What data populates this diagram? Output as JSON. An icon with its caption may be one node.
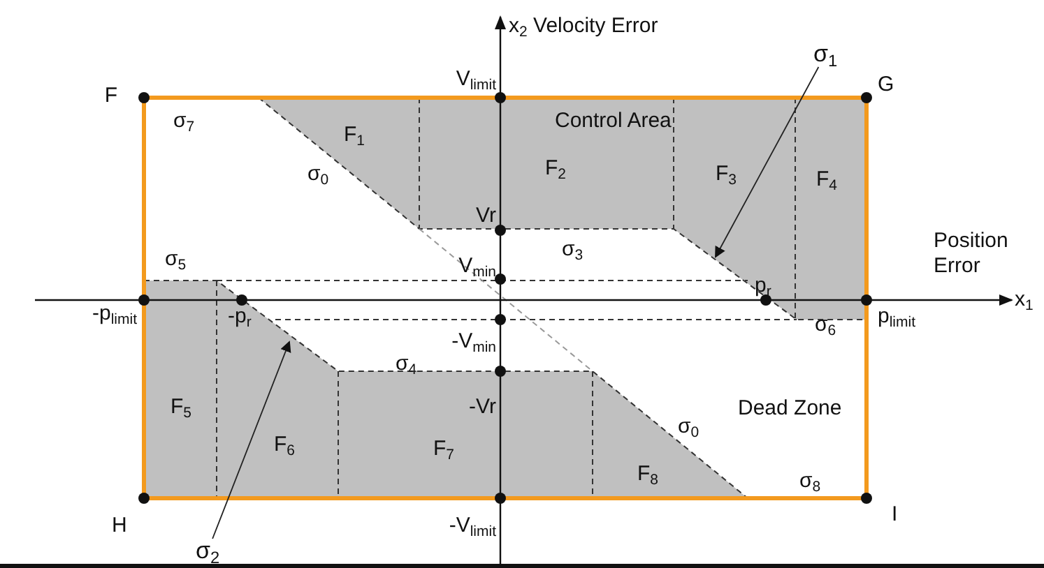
{
  "diagram": {
    "nodes": [
      {
        "text": [
          "σ$_{1}$"
        ]
      },
      {
        "text": [
          "σ$_{2}$"
        ]
      }
    ],
    "edges": [
      {
        "from": 0,
        "to": null,
        "arrow": "to"
      },
      {
        "from": 1,
        "to": null,
        "arrow": "to"
      }
    ],
    "labels": [
      "x$_{2}$ Velocity Error",
      "F",
      "V$_{limit}$",
      "G",
      "σ$_{7}$",
      "F$_{1}$",
      "Control Area",
      "σ$_{0}$",
      "F$_{2}$",
      "F$_{3}$",
      "F$_{4}$",
      "Vr",
      "σ$_{3}$",
      "σ$_{5}$",
      "V$_{min}$",
      "Position Error",
      "p$_{r}$",
      "x$_{1}$",
      "-p$_{limit}$",
      "-p$_{r}$",
      "σ$_{6}$",
      "p$_{limit}$",
      "-V$_{min}$",
      "σ$_{4}$",
      "F$_{5}$",
      "-Vr",
      "Dead Zone",
      "σ$_{0}$",
      "F$_{6}$",
      "F$_{7}$",
      "F$_{8}$",
      "σ$_{8}$",
      "I",
      "H",
      "-V$_{limit}$"
    ]
  }
}
